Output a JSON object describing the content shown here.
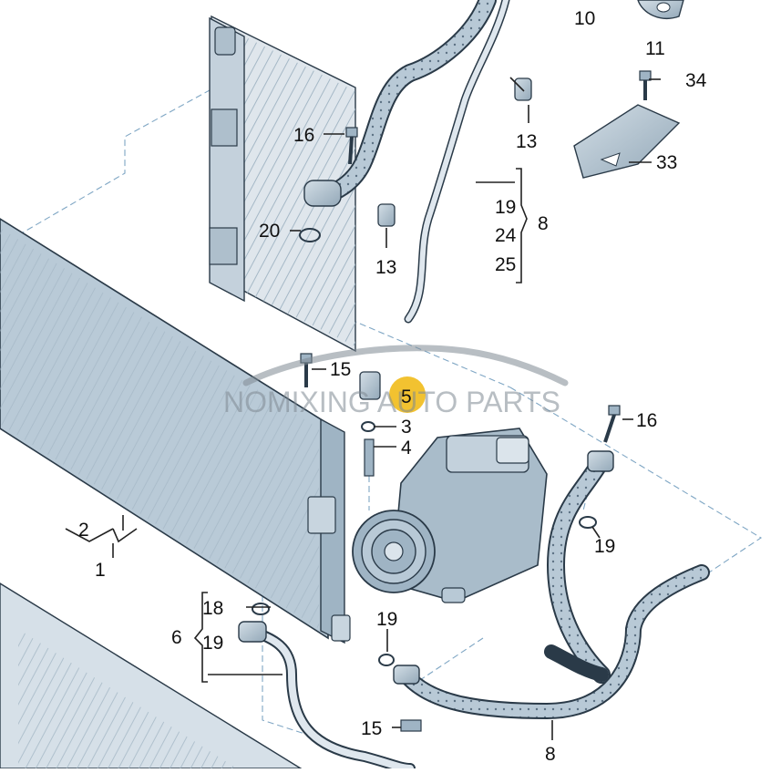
{
  "watermark": {
    "text": "NOMIXING AUTO PARTS"
  },
  "colors": {
    "part_fill": "#b8c9d6",
    "part_dark": "#8fa3b2",
    "outline": "#2a3a48",
    "dash": "#7fa6c4",
    "marker": "#f2c230"
  },
  "callouts": {
    "c10": "10",
    "c11": "11",
    "c34": "34",
    "c13a": "13",
    "c33": "33",
    "c16a": "16",
    "c19a": "19",
    "c24": "24",
    "c25": "25",
    "c8a": "8",
    "c20": "20",
    "c13b": "13",
    "c15a": "15",
    "c5": "5",
    "c3": "3",
    "c4": "4",
    "c16b": "16",
    "c19b": "19",
    "c2": "2",
    "c1": "1",
    "c18": "18",
    "c6": "6",
    "c19c": "19",
    "c19d": "19",
    "c15b": "15",
    "c8b": "8"
  }
}
